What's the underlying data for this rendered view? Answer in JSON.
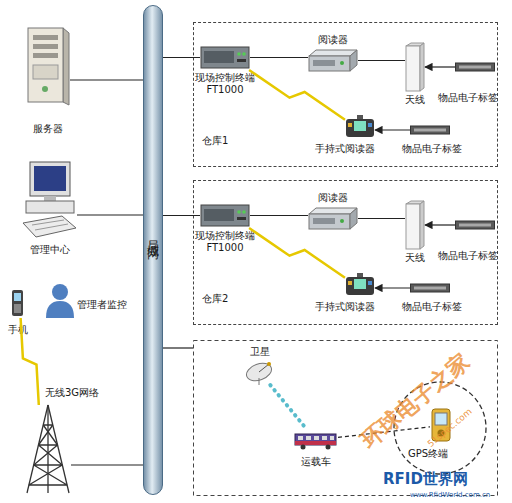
{
  "diagram": {
    "nodes": [
      {
        "text": [
          "局域网"
        ]
      },
      {
        "text": [
          "服务器"
        ]
      },
      {
        "text": [
          "管理中心"
        ]
      },
      {
        "text": [
          "手机"
        ]
      },
      {
        "text": [
          "管理者监控"
        ]
      },
      {
        "text": [
          "无线3G网络"
        ]
      },
      {
        "text": [
          "仓库1"
        ]
      },
      {
        "text": [
          "现场控制终端 FT1000"
        ],
        "in": 6
      },
      {
        "text": [
          "阅读器"
        ],
        "in": 6
      },
      {
        "text": [
          "天线"
        ],
        "in": 6
      },
      {
        "text": [
          "物品电子标签"
        ],
        "in": 6
      },
      {
        "text": [
          "手持式阅读器"
        ],
        "in": 6
      },
      {
        "text": [
          "物品电子标签"
        ],
        "in": 6
      },
      {
        "text": [
          "仓库2"
        ]
      },
      {
        "text": [
          "现场控制终端 FT1000"
        ],
        "in": 13
      },
      {
        "text": [
          "阅读器"
        ],
        "in": 13
      },
      {
        "text": [
          "天线"
        ],
        "in": 13
      },
      {
        "text": [
          "物品电子标签"
        ],
        "in": 13
      },
      {
        "text": [
          "手持式阅读器"
        ],
        "in": 13
      },
      {
        "text": [
          "物品电子标签"
        ],
        "in": 13
      },
      {
        "text": [
          "卫星"
        ]
      },
      {
        "text": [
          "运载车"
        ]
      },
      {
        "text": [
          "GPS终端"
        ]
      }
    ],
    "edges": [
      {
        "from": 1,
        "to": 0,
        "arrow": "none"
      },
      {
        "from": 2,
        "to": 0,
        "arrow": "none"
      },
      {
        "from": 3,
        "to": 5,
        "arrow": "none"
      },
      {
        "from": 5,
        "to": 0,
        "arrow": "none"
      },
      {
        "from": 0,
        "to": 7,
        "arrow": "none"
      },
      {
        "from": 7,
        "to": 8,
        "arrow": "none"
      },
      {
        "from": 8,
        "to": 9,
        "arrow": "none"
      },
      {
        "from": 10,
        "to": 9,
        "arrow": "to"
      },
      {
        "from": 7,
        "to": 11,
        "arrow": "none"
      },
      {
        "from": 12,
        "to": 11,
        "arrow": "to"
      },
      {
        "from": 0,
        "to": 14,
        "arrow": "none"
      },
      {
        "from": 14,
        "to": 15,
        "arrow": "none"
      },
      {
        "from": 15,
        "to": 16,
        "arrow": "none"
      },
      {
        "from": 17,
        "to": 16,
        "arrow": "to"
      },
      {
        "from": 14,
        "to": 18,
        "arrow": "none"
      },
      {
        "from": 19,
        "to": 18,
        "arrow": "to"
      },
      {
        "from": 20,
        "to": 21,
        "arrow": "none"
      },
      {
        "from": 21,
        "to": 22,
        "arrow": "none"
      }
    ],
    "labels": [
      "环球电子之家",
      "51spec.com",
      "RFID世界网",
      "www.RfidWorld.com.cn"
    ]
  }
}
